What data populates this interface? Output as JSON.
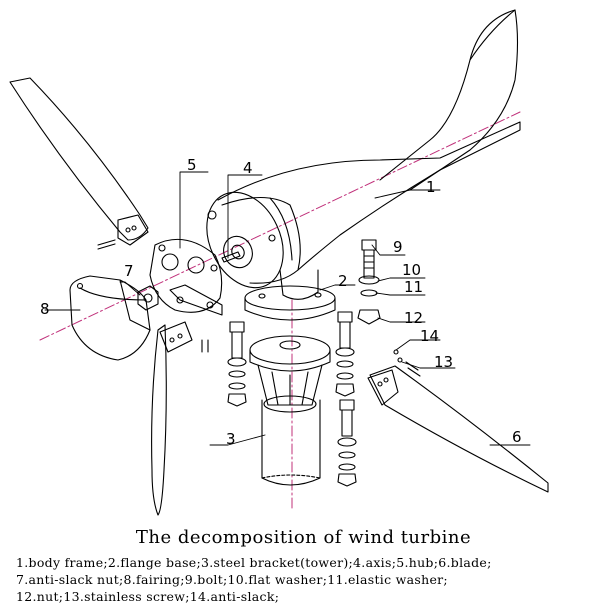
{
  "title": "The decomposition of wind turbine",
  "callouts": {
    "c1": "1",
    "c2": "2",
    "c3": "3",
    "c4": "4",
    "c5": "5",
    "c6": "6",
    "c7": "7",
    "c8": "8",
    "c9": "9",
    "c10": "10",
    "c11": "11",
    "c12": "12",
    "c13": "13",
    "c14": "14"
  },
  "legend": {
    "line1": "1.body frame;2.flange base;3.steel bracket(tower);4.axis;5.hub;6.blade;",
    "line2": "7.anti-slack nut;8.fairing;9.bolt;10.flat washer;11.elastic washer;",
    "line3": "12.nut;13.stainless screw;14.anti-slack;"
  },
  "colors": {
    "line": "#000000",
    "axis": "#c0307a",
    "background": "#ffffff"
  }
}
